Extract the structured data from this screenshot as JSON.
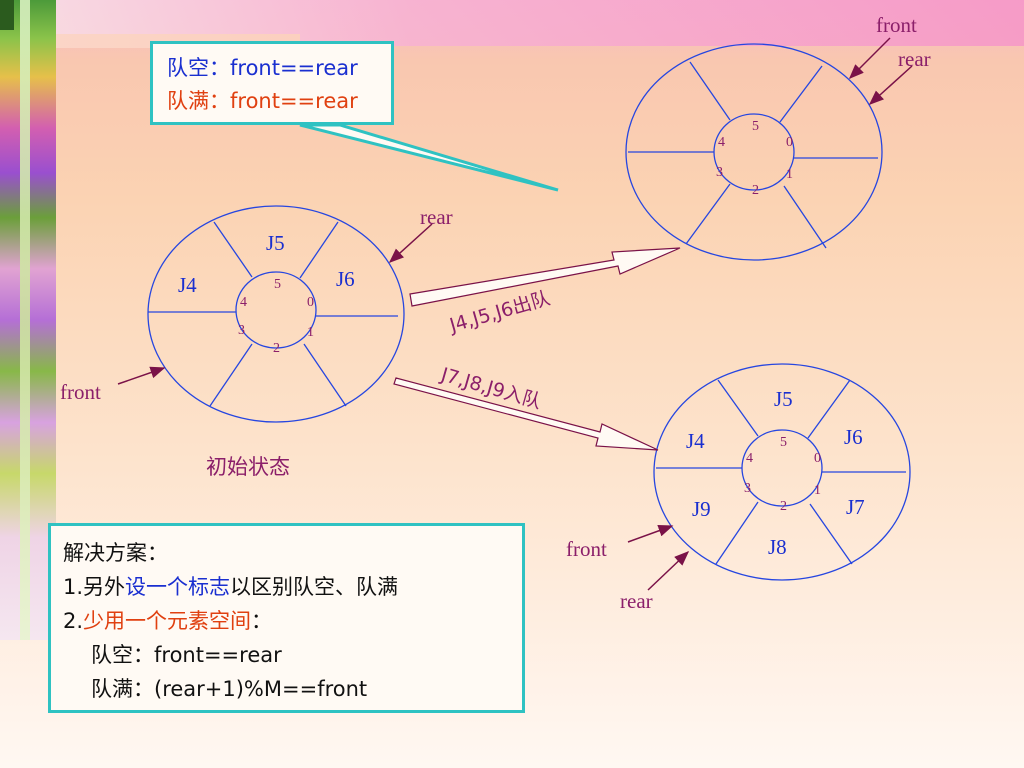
{
  "labels": {
    "front": "front",
    "rear": "rear",
    "initial_state": "初始状态",
    "dequeue": "J4,J5,J6出队",
    "enqueue": "J7,J8,J9入队"
  },
  "slots": [
    "0",
    "1",
    "2",
    "3",
    "4",
    "5"
  ],
  "initial_queue": {
    "slot4": "J4",
    "slot5": "J5",
    "slot0": "J6"
  },
  "full_queue": {
    "slot4": "J4",
    "slot5": "J5",
    "slot0": "J6",
    "slot1": "J7",
    "slot2": "J8",
    "slot3": "J9"
  },
  "note_top": {
    "line1": "队空：front==rear",
    "line2": "队满：front==rear"
  },
  "note_bottom": {
    "title": "解决方案：",
    "l1_prefix": "1.另外",
    "l1_highlight": "设一个标志",
    "l1_suffix": "以区别队空、队满",
    "l2_prefix": "2.",
    "l2_highlight": "少用一个元素空间",
    "l2_suffix": "：",
    "l3": "队空：front==rear",
    "l4": "队满：(rear+1)%M==front"
  },
  "colors": {
    "line": "#2646e0",
    "arrow": "#7a1248",
    "frame": "#2fc2c2",
    "blue": "#1a2fd0",
    "red": "#e04010"
  }
}
